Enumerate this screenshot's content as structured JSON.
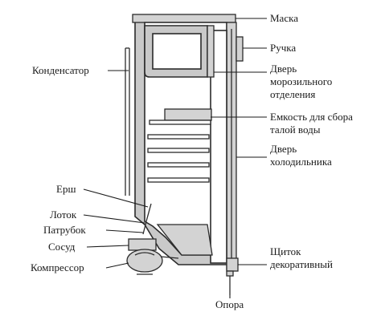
{
  "labels": {
    "maska": "Маска",
    "ruchka": "Ручка",
    "kondensator": "Конденсатор",
    "dver_moroz_1": "Дверь",
    "dver_moroz_2": "морозильного",
    "dver_moroz_3": "отделения",
    "emkost_1": "Емкость для сбора",
    "emkost_2": "талой воды",
    "dver_hol_1": "Дверь",
    "dver_hol_2": "холодильника",
    "ersh": "Ерш",
    "lotok": "Лоток",
    "patrubok": "Патрубок",
    "sosud": "Сосуд",
    "kompressor": "Компрессор",
    "shitok_1": "Щиток",
    "shitok_2": "декоративный",
    "opora": "Опора"
  },
  "colors": {
    "body": "#c9c9c9",
    "outline": "#2b2b2b",
    "text": "#1a1a1a"
  }
}
